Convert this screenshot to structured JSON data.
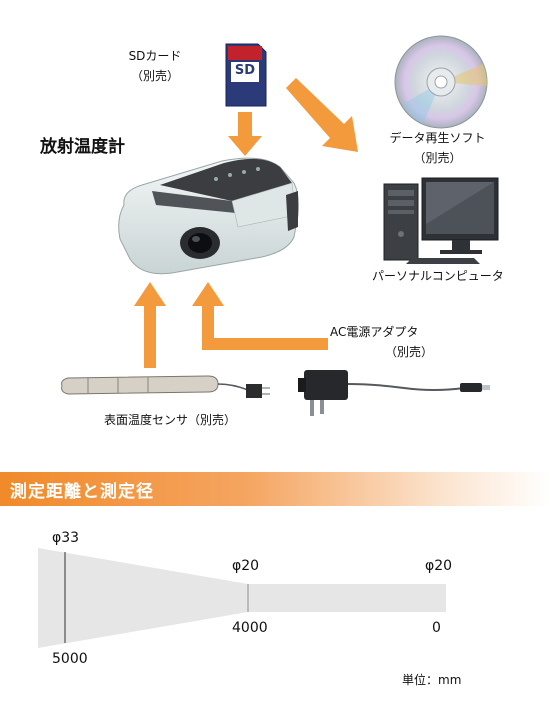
{
  "labels": {
    "sdcard": "SDカード",
    "sdcard_sub": "（別売）",
    "sd_logo": "SD",
    "thermometer": "放射温度計",
    "software": "データ再生ソフト",
    "software_sub": "（別売）",
    "pc": "パーソナルコンピュータ",
    "adapter": "AC電源アダプタ",
    "adapter_sub": "（別売）",
    "sensor": "表面温度センサ（別売）"
  },
  "section": {
    "title": "測定距離と測定径"
  },
  "measure": {
    "diam_far": "φ33",
    "diam_mid": "φ20",
    "diam_near": "φ20",
    "dist_far": "5000",
    "dist_mid": "4000",
    "dist_near": "0",
    "unit": "単位：mm"
  },
  "colors": {
    "arrow": "#f39a3c",
    "beam": "#e6e6e6",
    "banner": "#f08a2a"
  }
}
